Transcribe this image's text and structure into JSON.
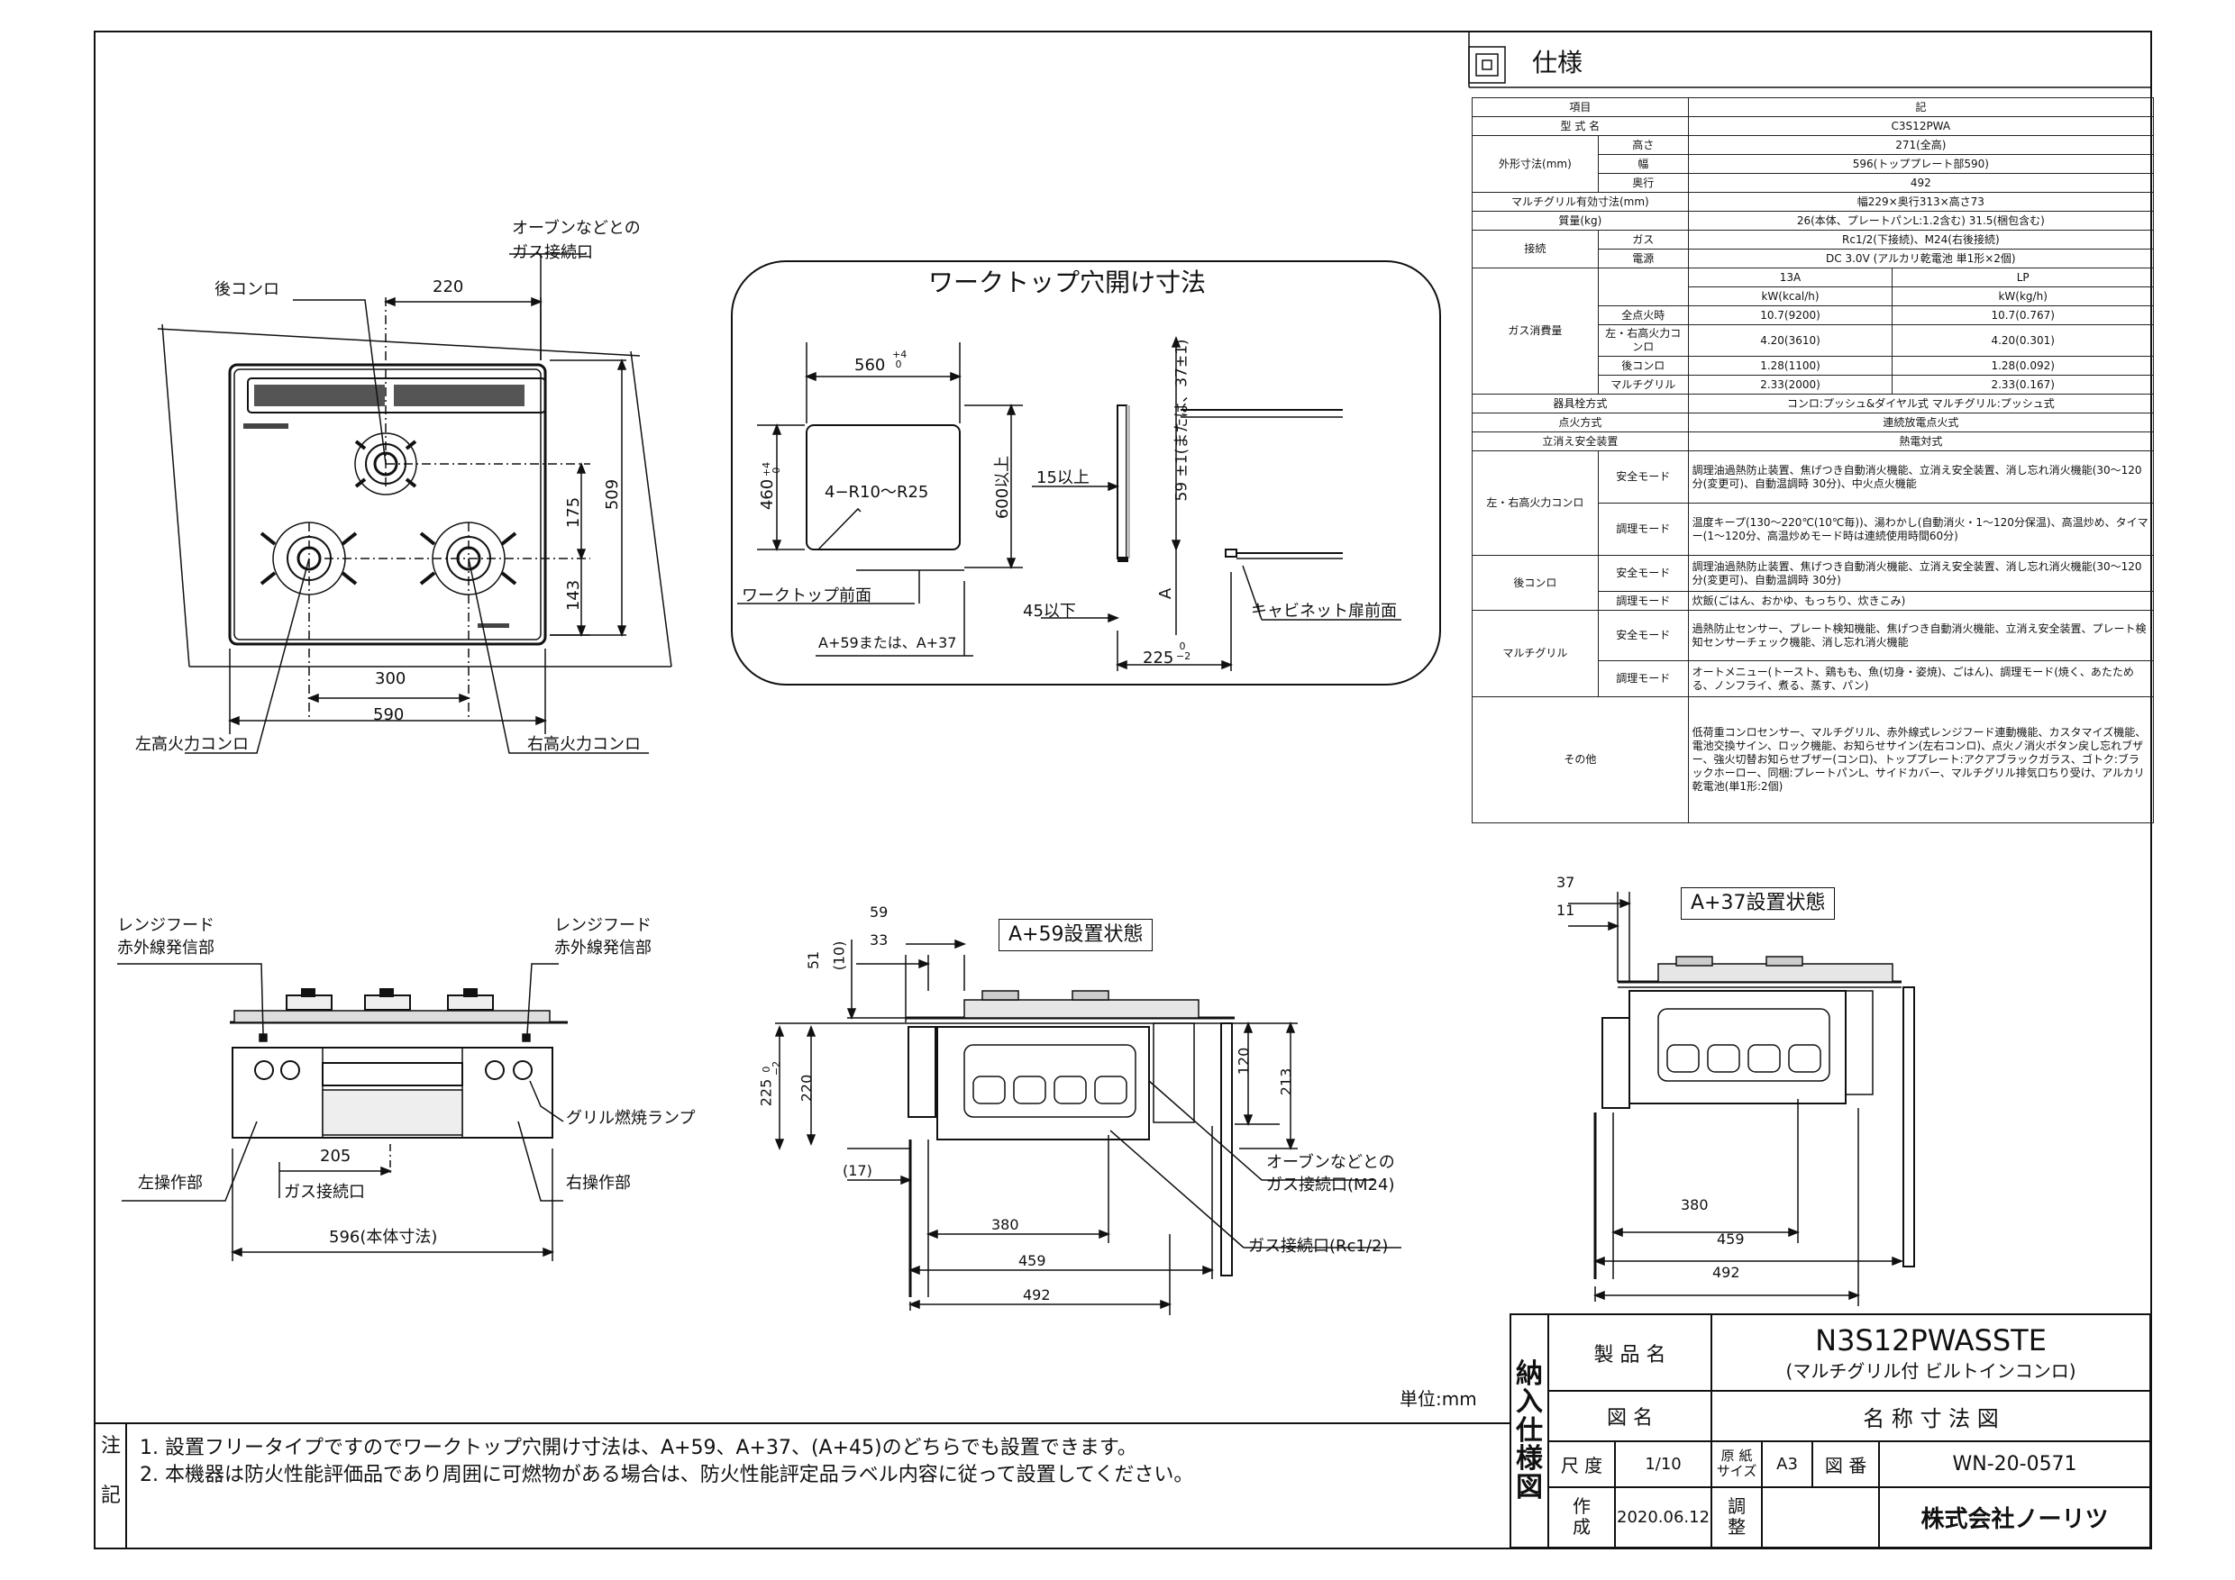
{
  "spec": {
    "title": "仕様",
    "head": {
      "item": "項目",
      "value": "記"
    },
    "model": {
      "label": "型 式 名",
      "value": "C3S12PWA"
    },
    "outer": {
      "label": "外形寸法(mm)",
      "height": {
        "label": "高さ",
        "value": "271(全高)"
      },
      "width": {
        "label": "幅",
        "value": "596(トッププレート部590)"
      },
      "depth": {
        "label": "奥行",
        "value": "492"
      }
    },
    "grill_dim": {
      "label": "マルチグリル有効寸法(mm)",
      "value": "幅229×奥行313×高さ73"
    },
    "mass": {
      "label": "質量(kg)",
      "value": "26(本体、プレートパンL:1.2含む) 31.5(梱包含む)"
    },
    "connect": {
      "label": "接続",
      "gas": {
        "label": "ガス",
        "value": "Rc1/2(下接続)、M24(右後接続)"
      },
      "power": {
        "label": "電源",
        "value": "DC 3.0V (アルカリ乾電池 単1形×2個)"
      }
    },
    "consumption": {
      "label": "ガス消費量",
      "col_13a": "13A",
      "col_lp": "LP",
      "unit_13a": "kW(kcal/h)",
      "unit_lp": "kW(kg/h)",
      "rows": [
        {
          "label": "全点火時",
          "a": "10.7(9200)",
          "b": "10.7(0.767)"
        },
        {
          "label": "左・右高火力コンロ",
          "a": "4.20(3610)",
          "b": "4.20(0.301)"
        },
        {
          "label": "後コンロ",
          "a": "1.28(1100)",
          "b": "1.28(0.092)"
        },
        {
          "label": "マルチグリル",
          "a": "2.33(2000)",
          "b": "2.33(0.167)"
        }
      ]
    },
    "control": {
      "label": "器具栓方式",
      "value": "コンロ:プッシュ&ダイヤル式 マルチグリル:プッシュ式"
    },
    "ignition": {
      "label": "点火方式",
      "value": "連続放電点火式"
    },
    "flame_safety": {
      "label": "立消え安全装置",
      "value": "熱電対式"
    },
    "lr": {
      "label": "左・右高火力コンロ",
      "safety": {
        "label": "安全モード",
        "value": "調理油過熱防止装置、焦げつき自動消火機能、立消え安全装置、消し忘れ消火機能(30〜120分(変更可)、自動温調時 30分)、中火点火機能"
      },
      "cook": {
        "label": "調理モード",
        "value": "温度キープ(130〜220℃(10℃毎))、湯わかし(自動消火・1〜120分保温)、高温炒め、タイマー(1〜120分、高温炒めモード時は連続使用時間60分)"
      }
    },
    "rear": {
      "label": "後コンロ",
      "safety": {
        "label": "安全モード",
        "value": "調理油過熱防止装置、焦げつき自動消火機能、立消え安全装置、消し忘れ消火機能(30〜120分(変更可)、自動温調時 30分)"
      },
      "cook": {
        "label": "調理モード",
        "value": "炊飯(ごはん、おかゆ、もっちり、炊きこみ)"
      }
    },
    "grill": {
      "label": "マルチグリル",
      "safety": {
        "label": "安全モード",
        "value": "過熱防止センサー、プレート検知機能、焦げつき自動消火機能、立消え安全装置、プレート検知センサーチェック機能、消し忘れ消火機能"
      },
      "cook": {
        "label": "調理モード",
        "value": "オートメニュー(トースト、鶏もも、魚(切身・姿焼)、ごはん)、調理モード(焼く、あたためる、ノンフライ、煮る、蒸す、パン)"
      }
    },
    "other": {
      "label": "その他",
      "value": "低荷重コンロセンサー、マルチグリル、赤外線式レンジフード連動機能、カスタマイズ機能、電池交換サイン、ロック機能、お知らせサイン(左右コンロ)、点火ノ消火ボタン戻し忘れブザー、強火切替お知らせブザー(コンロ)、トッププレート:アクアブラックガラス、ゴトク:ブラックホーロー、同梱:プレートパンL、サイドカバー、マルチグリル排気口ちり受け、アルカリ乾電池(単1形:2個)"
    }
  },
  "plan": {
    "oven_gas": "オーブンなどとの\nガス接続口",
    "rear_burner": "後コンロ",
    "left_burner": "左高火力コンロ",
    "right_burner": "右高火力コンロ",
    "dims": {
      "d220": "220",
      "d175": "175",
      "d509": "509",
      "d143": "143",
      "d300": "300",
      "d590": "590"
    }
  },
  "cutout": {
    "title": "ワークトップ穴開け寸法",
    "w560": "560",
    "tol_w": "+4\n 0",
    "h460": "460",
    "tol_h": "+4\n 0",
    "radius": "4−R10〜R25",
    "d600": "600以上",
    "d15": "15以上",
    "d59": "59 ±1(または、37±1)",
    "letter_a": "A",
    "d45": "45以下",
    "d225": "225",
    "tol_225": " 0\n−2",
    "front": "ワークトップ前面",
    "a_note": "A+59または、A+37",
    "cabinet": "キャビネット扉前面"
  },
  "front_view": {
    "hood_left": "レンジフード\n赤外線発信部",
    "hood_right": "レンジフード\n赤外線発信部",
    "lamp": "グリル燃焼ランプ",
    "left_ctrl": "左操作部",
    "right_ctrl": "右操作部",
    "gas": "ガス接続口",
    "d205": "205",
    "d596": "596(本体寸法)"
  },
  "side59": {
    "title": "A+59設置状態",
    "d59": "59",
    "d33": "33",
    "d51": "51",
    "d10": "(10)",
    "d225": "225",
    "tol": " 0\n−2",
    "d220": "220",
    "d120": "120",
    "d213": "213",
    "d17": "(17)",
    "d380": "380",
    "d459": "459",
    "d492": "492",
    "oven_gas": "オーブンなどとの\nガス接続口(M24)",
    "gas_rc": "ガス接続口(Rc1/2)"
  },
  "side37": {
    "title": "A+37設置状態",
    "d37": "37",
    "d11": "11",
    "d380": "380",
    "d459": "459",
    "d492": "492"
  },
  "unit": "単位:mm",
  "notes": {
    "label_a": "注",
    "label_b": "記",
    "n1": "1. 設置フリータイプですのでワークトップ穴開け寸法は、A+59、A+37、(A+45)のどちらでも設置できます。",
    "n2": "2. 本機器は防火性能評価品であり周囲に可燃物がある場合は、防火性能評定品ラベル内容に従って設置してください。"
  },
  "titleblock": {
    "side": [
      "納",
      "入",
      "仕",
      "様",
      "図"
    ],
    "product_label": "製 品 名",
    "product": "N3S12PWASSTE",
    "product_sub": "(マルチグリル付 ビルトインコンロ)",
    "drawing_label": "図 名",
    "drawing": "名 称 寸 法 図",
    "scale_label": "尺 度",
    "scale": "1/10",
    "paper_label": "原 紙\nサイズ",
    "paper": "A3",
    "no_label": "図 番",
    "no": "WN-20-0571",
    "date_label": "作\n成",
    "date": "2020.06.12",
    "check_label": "調\n整",
    "company": "株式会社ノーリツ"
  }
}
